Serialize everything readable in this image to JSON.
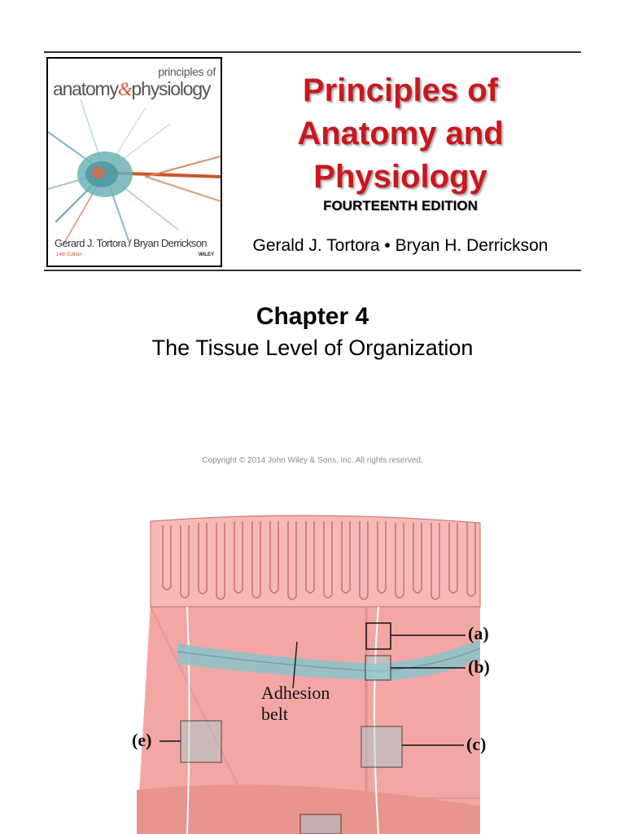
{
  "cover": {
    "line1": "principles of",
    "line2_a": "anatomy",
    "line2_amp": "&",
    "line2_b": "physiology",
    "authors": "Gerard J. Tortora / Bryan Derrickson",
    "edition": "14th Edition",
    "publisher": "WILEY"
  },
  "title_lines": [
    "Principles of",
    "Anatomy and",
    "Physiology"
  ],
  "edition": "FOURTEENTH EDITION",
  "authors": "Gerald J. Tortora • Bryan H. Derrickson",
  "chapter": {
    "number": "Chapter 4",
    "title": "The Tissue Level of Organization"
  },
  "copyright": "Copyright © 2014 John Wiley & Sons, Inc. All rights reserved.",
  "figure": {
    "label_line1": "Adhesion",
    "label_line2": "belt",
    "tags": [
      "(a)",
      "(b)",
      "(c)",
      "(e)"
    ]
  },
  "colors": {
    "title_red": "#c8181e",
    "tissue_pink": "#f2a7a4",
    "tissue_dark": "#d9807c",
    "belt_blue": "#8fc2c8"
  }
}
